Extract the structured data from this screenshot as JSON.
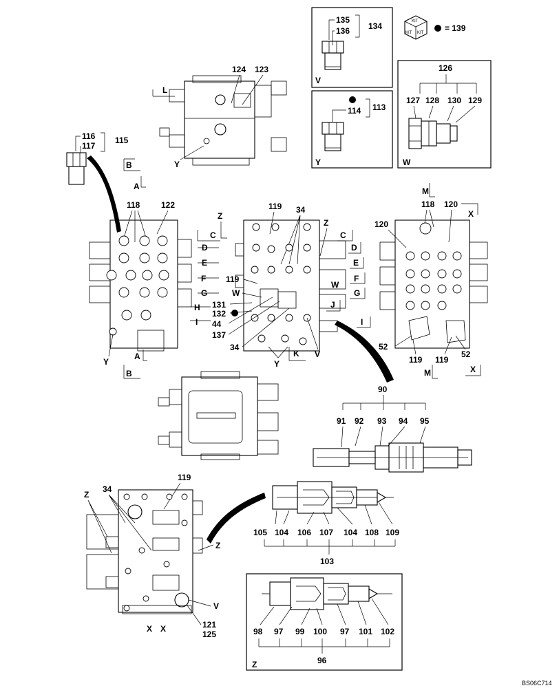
{
  "detail_boxes": {
    "v": {
      "callouts": {
        "p135": "135",
        "p136": "136",
        "k134": "134"
      },
      "view": "V"
    },
    "y": {
      "callouts": {
        "p114": "114",
        "k113": "113"
      },
      "view": "Y"
    },
    "w": {
      "callouts": {
        "k126": "126",
        "p127": "127",
        "p128": "128",
        "p130": "130",
        "p129": "129"
      },
      "view": "W"
    },
    "z": {
      "callouts": {
        "p98": "98",
        "p97a": "97",
        "p99": "99",
        "p100": "100",
        "p97b": "97",
        "p101": "101",
        "p102": "102",
        "k96": "96"
      },
      "view": "Z"
    }
  },
  "kit_legend": {
    "kit_text": "KIT",
    "equals": "= 139"
  },
  "top_view": {
    "callouts": {
      "p124": "124",
      "p123": "123"
    },
    "view_l": "L",
    "view_y": "Y"
  },
  "left_plug": {
    "callouts": {
      "p116": "116",
      "p117": "117",
      "k115": "115"
    }
  },
  "left_view": {
    "callouts": {
      "p118": "118",
      "p122": "122"
    },
    "sections": {
      "b_top": "B",
      "a_top": "A",
      "a_bot": "A",
      "b_bot": "B"
    },
    "view_y": "Y"
  },
  "center_view": {
    "callouts": {
      "p119a": "119",
      "p34a": "34",
      "p119b": "119",
      "pW": "W",
      "p131": "131",
      "p132": "132",
      "p44": "44",
      "p137": "137",
      "p34b": "34"
    },
    "sections_left": [
      "C",
      "D",
      "E",
      "F",
      "G",
      "H",
      "I"
    ],
    "sections_right": [
      "C",
      "D",
      "E",
      "F",
      "G",
      "J",
      "I"
    ],
    "view_z": "Z",
    "view_z2": "Z",
    "view_w": "W",
    "view_y": "Y",
    "view_k": "K",
    "view_v": "V"
  },
  "right_view": {
    "callouts": {
      "p118": "118",
      "p120a": "120",
      "p120b": "120",
      "p52a": "52",
      "p119a": "119",
      "p119b": "119",
      "p52b": "52"
    },
    "sections": {
      "m_top": "M",
      "x_top": "X",
      "m_bot": "M",
      "x_bot": "X"
    }
  },
  "valve_90": {
    "callouts": {
      "k90": "90",
      "p91": "91",
      "p92": "92",
      "p93": "93",
      "p94": "94",
      "p95": "95"
    }
  },
  "valve_103": {
    "callouts": {
      "p105": "105",
      "p104a": "104",
      "p106": "106",
      "p107": "107",
      "p104b": "104",
      "p108": "108",
      "p109": "109",
      "k103": "103"
    }
  },
  "bottom_view": {
    "callouts": {
      "p34": "34",
      "p119": "119",
      "pZa": "Z",
      "pZb": "Z",
      "pV": "V",
      "p121": "121",
      "p125": "125"
    },
    "view_x1": "X",
    "view_x2": "X"
  },
  "ref_code": "BS06C714"
}
